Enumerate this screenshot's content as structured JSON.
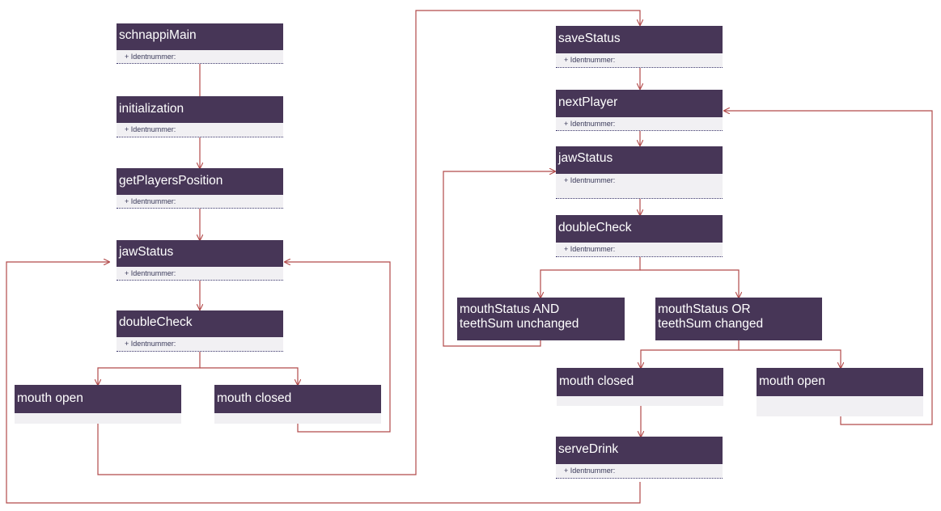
{
  "colors": {
    "node_header": "#473657",
    "node_body": "#f1f0f3",
    "connector": "#b24a4a"
  },
  "attribute_label": "+ Identnummer:",
  "nodes": {
    "schnappiMain": {
      "title": "schnappiMain",
      "attribute": "+ Identnummer:"
    },
    "initialization": {
      "title": "initialization",
      "attribute": "+ Identnummer:"
    },
    "getPlayersPosition": {
      "title": "getPlayersPosition",
      "attribute": "+ Identnummer:"
    },
    "jawStatus_left": {
      "title": "jawStatus",
      "attribute": "+ Identnummer:"
    },
    "doubleCheck_left": {
      "title": "doubleCheck",
      "attribute": "+ Identnummer:"
    },
    "mouthOpen_left": {
      "title": "mouth open"
    },
    "mouthClosed_left": {
      "title": "mouth closed"
    },
    "saveStatus": {
      "title": "saveStatus",
      "attribute": "+ Identnummer:"
    },
    "nextPlayer": {
      "title": "nextPlayer",
      "attribute": "+ Identnummer:"
    },
    "jawStatus_right": {
      "title": "jawStatus",
      "attribute": "+ Identnummer:"
    },
    "doubleCheck_right": {
      "title": "doubleCheck",
      "attribute": "+ Identnummer:"
    },
    "unchanged": {
      "title_line1": "mouthStatus AND",
      "title_line2": "teethSum unchanged"
    },
    "changed": {
      "title_line1": "mouthStatus OR",
      "title_line2": "teethSum changed"
    },
    "mouthClosed_right": {
      "title": "mouth closed"
    },
    "mouthOpen_right": {
      "title": "mouth open"
    },
    "serveDrink": {
      "title": "serveDrink",
      "attribute": "+ Identnummer:"
    }
  }
}
